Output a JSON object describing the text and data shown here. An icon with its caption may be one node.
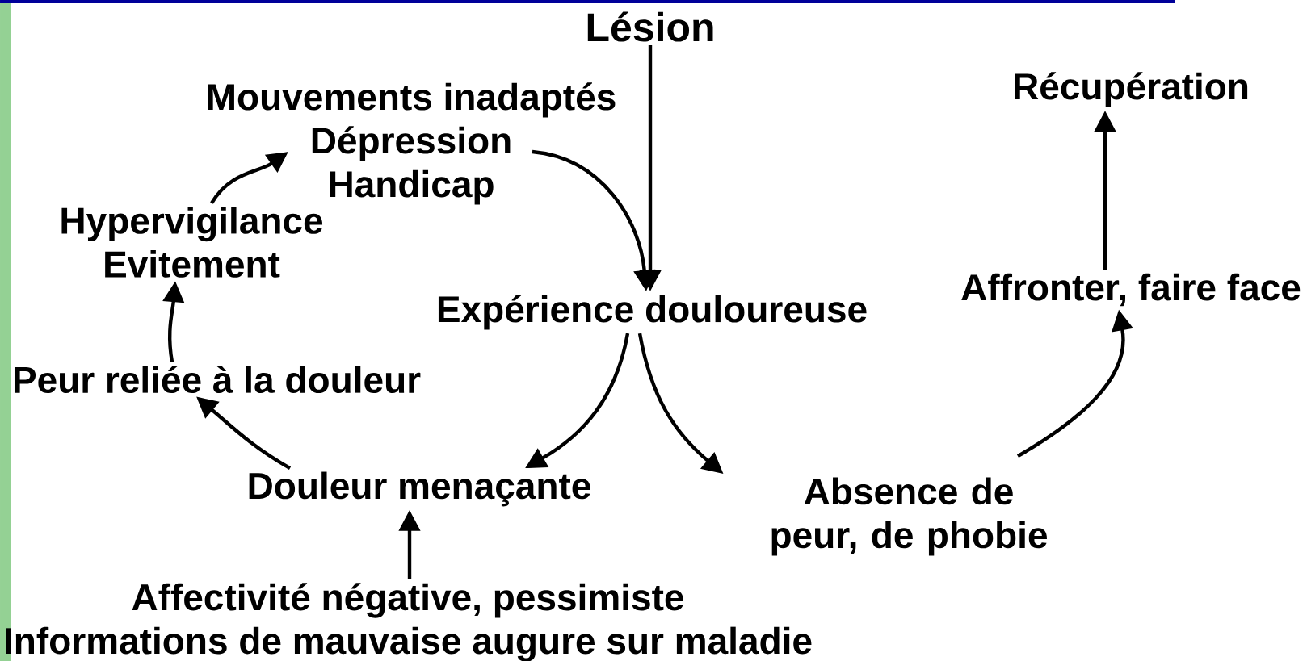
{
  "diagram": {
    "nodes": [
      {
        "text": [
          "Lésion"
        ]
      },
      {
        "text": [
          "Mouvements inadaptés",
          "Dépression",
          "Handicap"
        ]
      },
      {
        "text": [
          "Hypervigilance",
          "Evitement"
        ]
      },
      {
        "text": [
          "Peur reliée à la douleur"
        ]
      },
      {
        "text": [
          "Expérience douloureuse"
        ]
      },
      {
        "text": [
          "Douleur menaçante"
        ]
      },
      {
        "text": [
          "Absence de peur, de phobie"
        ]
      },
      {
        "text": [
          "Affronter, faire face"
        ]
      },
      {
        "text": [
          "Récupération"
        ]
      },
      {
        "text": [
          "Affectivité négative, pessimiste",
          "Informations de mauvaise augure sur maladie"
        ]
      }
    ],
    "edges": [
      {
        "from": 0,
        "to": 4,
        "arrow": "to"
      },
      {
        "from": 1,
        "to": 4,
        "arrow": "to"
      },
      {
        "from": 4,
        "to": 5,
        "arrow": "to"
      },
      {
        "from": 4,
        "to": 6,
        "arrow": "to"
      },
      {
        "from": 5,
        "to": 3,
        "arrow": "to"
      },
      {
        "from": 3,
        "to": 2,
        "arrow": "to"
      },
      {
        "from": 2,
        "to": 1,
        "arrow": "to"
      },
      {
        "from": 6,
        "to": 7,
        "arrow": "to"
      },
      {
        "from": 7,
        "to": 8,
        "arrow": "to"
      },
      {
        "from": 9,
        "to": 5,
        "arrow": "to"
      }
    ]
  }
}
